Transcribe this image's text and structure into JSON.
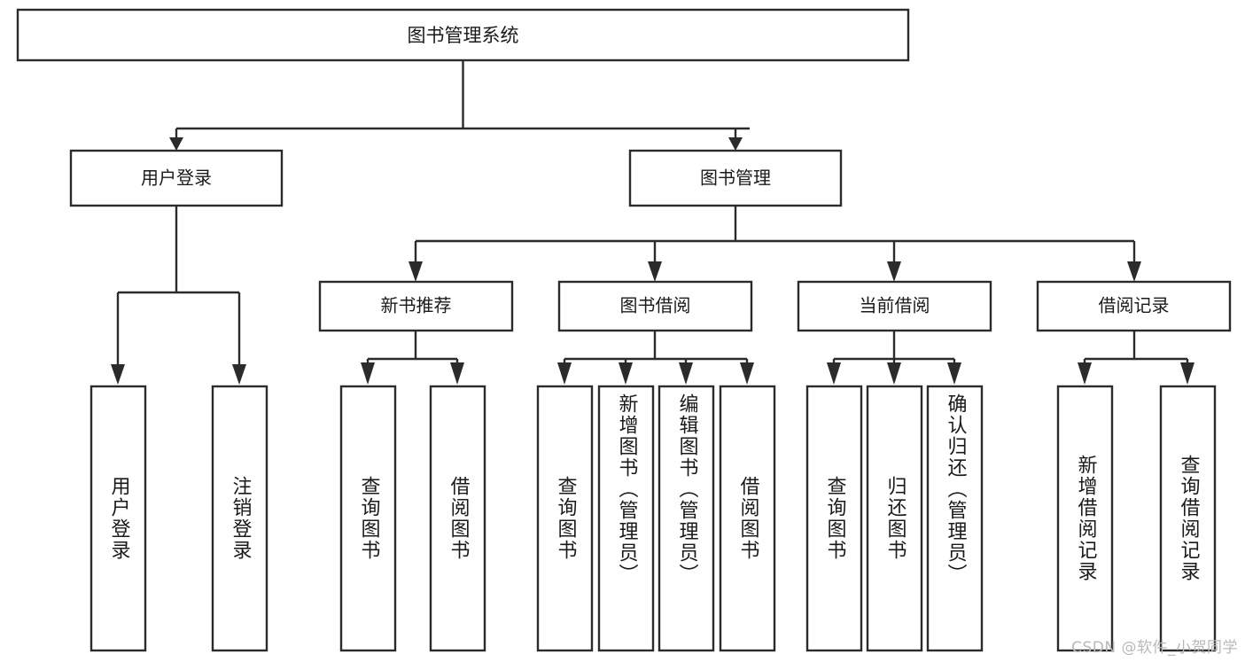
{
  "diagram": {
    "title": "图书管理系统",
    "watermark": "CSDN @软件_小贺同学",
    "type": "tree-hierarchy-diagram",
    "colors": {
      "box_stroke": "#2b2b2b",
      "box_fill": "#ffffff",
      "connector": "#2b2b2b",
      "text": "#1a1a1a",
      "background": "#ffffff",
      "watermark": "#b9b9b9"
    },
    "root": {
      "label": "图书管理系统"
    },
    "level2": [
      {
        "label": "用户登录"
      },
      {
        "label": "图书管理"
      }
    ],
    "level3": [
      {
        "label": "新书推荐"
      },
      {
        "label": "图书借阅"
      },
      {
        "label": "当前借阅"
      },
      {
        "label": "借阅记录"
      }
    ],
    "leaves": {
      "user_login": [
        {
          "label": "用户登录"
        },
        {
          "label": "注销登录"
        }
      ],
      "new_book_recommend": [
        {
          "label": "查询图书"
        },
        {
          "label": "借阅图书"
        }
      ],
      "book_borrow": [
        {
          "label": "查询图书"
        },
        {
          "label": "新增图书（管理员）"
        },
        {
          "label": "编辑图书（管理员）"
        },
        {
          "label": "借阅图书"
        }
      ],
      "current_borrow": [
        {
          "label": "查询图书"
        },
        {
          "label": "归还图书"
        },
        {
          "label": "确认归还（管理员）"
        }
      ],
      "borrow_records": [
        {
          "label": "新增借阅记录"
        },
        {
          "label": "查询借阅记录"
        }
      ]
    }
  }
}
